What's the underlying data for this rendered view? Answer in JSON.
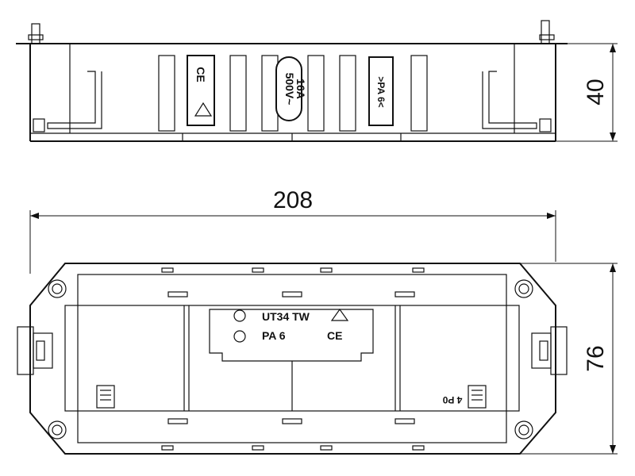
{
  "dimensions": {
    "height": "40",
    "length": "208",
    "width": "76"
  },
  "side_view": {
    "ce_mark": "CE",
    "rating_volts": "500V~",
    "rating_amps": "16A",
    "material": ">PA 6<"
  },
  "top_view": {
    "model": "UT34 TW",
    "material": "PA 6",
    "ce_mark": "CE",
    "label": "4 P0"
  }
}
